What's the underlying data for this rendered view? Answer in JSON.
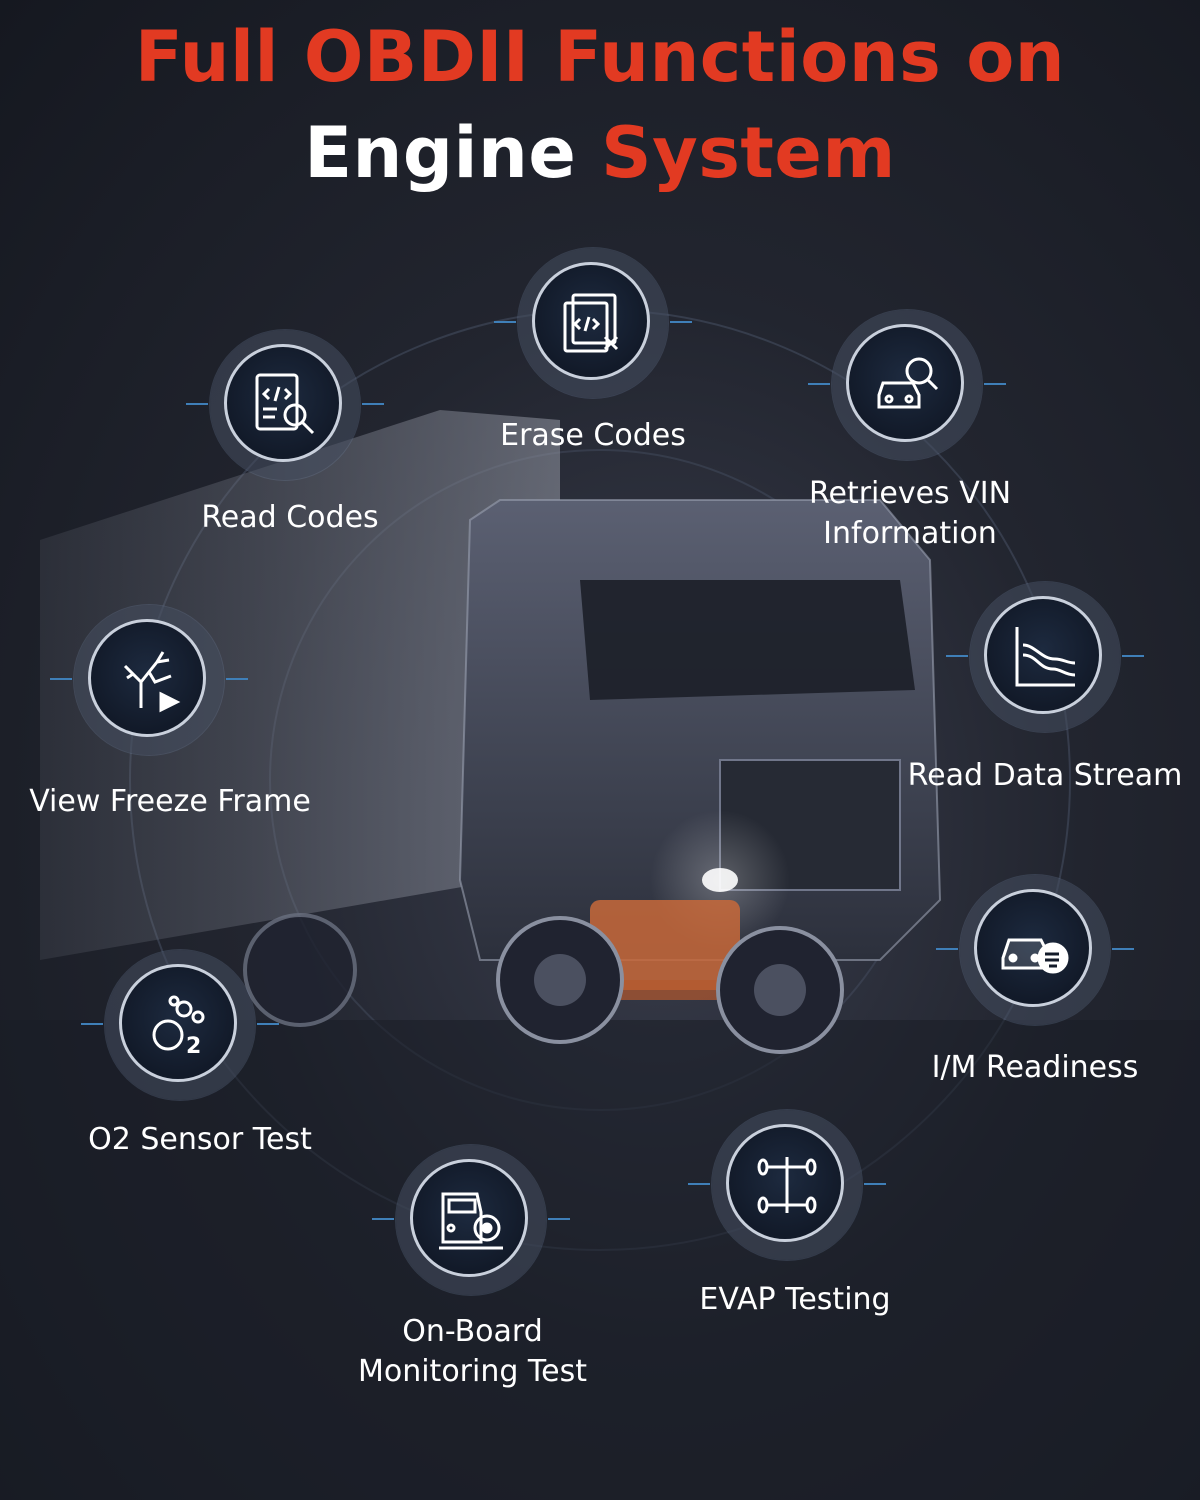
{
  "header": {
    "line1": "Full OBDII Functions on",
    "line2_white": "Engine",
    "line2_red": "System"
  },
  "colors": {
    "accent": "#e23a22",
    "text": "#ffffff",
    "ring": "#c9d0dc",
    "tick": "#3f7fb8"
  },
  "functions": {
    "read_codes": {
      "label": "Read Codes",
      "icon": "document-code-search-icon"
    },
    "erase_codes": {
      "label": "Erase Codes",
      "icon": "code-erase-icon"
    },
    "vin": {
      "line1": "Retrieves VIN",
      "line2": "Information",
      "icon": "car-search-icon"
    },
    "freeze_frame": {
      "label": "View Freeze Frame",
      "icon": "freeze-frame-icon"
    },
    "data_stream": {
      "label": "Read Data Stream",
      "icon": "graph-icon"
    },
    "im_readiness": {
      "label": "I/M Readiness",
      "icon": "car-emission-icon"
    },
    "o2_sensor": {
      "label": "O2 Sensor Test",
      "icon": "o2-icon"
    },
    "evap": {
      "label": "EVAP Testing",
      "icon": "axle-icon"
    },
    "onboard": {
      "line1": "On-Board",
      "line2": "Monitoring Test",
      "icon": "onboard-monitor-icon"
    }
  }
}
